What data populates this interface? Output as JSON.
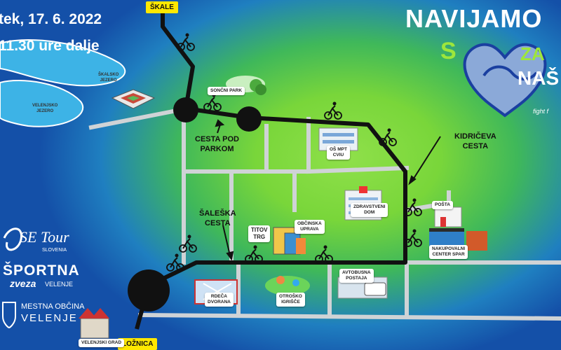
{
  "header": {
    "date": "tek, 17. 6. 2022",
    "time": "11.30 ure dalje"
  },
  "campaign": {
    "line1": "NAVIJAMO",
    "line2_start": "S",
    "line2_end": "ZA",
    "line3": "NAŠ",
    "tagline": "fight f"
  },
  "route_labels": {
    "start": "ŠKALE",
    "end": "LOŽNICA",
    "street_pod_parkom": [
      "CESTA POD",
      "PARKOM"
    ],
    "street_kidriceva": [
      "KIDRIČEVA",
      "CESTA"
    ],
    "street_saleska": [
      "ŠALEŠKA",
      "CESTA"
    ],
    "titov_trg": [
      "TITOV",
      "TRG"
    ]
  },
  "places": {
    "skalsko": [
      "ŠKALSKO",
      "JEZERO"
    ],
    "velenjsko": [
      "VELENJSKO",
      "JEZERO"
    ],
    "soncni_park": "SONČNI PARK",
    "os_mpt": [
      "OŠ MPT",
      "CVIU"
    ],
    "zdravstveni": [
      "ZDRAVSTVENI",
      "DOM"
    ],
    "posta": "POŠTA",
    "obcinska": [
      "OBČINSKA",
      "UPRAVA"
    ],
    "nakupovalni": [
      "NAKUPOVALNI",
      "CENTER SPAR"
    ],
    "rdeca": [
      "RDEČA",
      "DVORANA"
    ],
    "otrosko": [
      "OTROŠKO",
      "IGRIŠČE"
    ],
    "avtobusna": [
      "AVTOBUSNA",
      "POSTAJA"
    ],
    "velenjski_grad": "VELENJSKI GRAD"
  },
  "logos": {
    "tour": "SE Tour",
    "tour_sub": "SLOVENIA",
    "sz_line1": "ŠPORTNA",
    "sz_line2": "zveza",
    "sz_sub": "VELENJE",
    "mo_line1": "MESTNA OBČINA",
    "mo_line2": "VELENJE"
  },
  "colors": {
    "route": "#111111",
    "label_yellow": "#ffe800",
    "brand_green": "#9ee63b",
    "brand_blue": "#1a3fa0"
  }
}
